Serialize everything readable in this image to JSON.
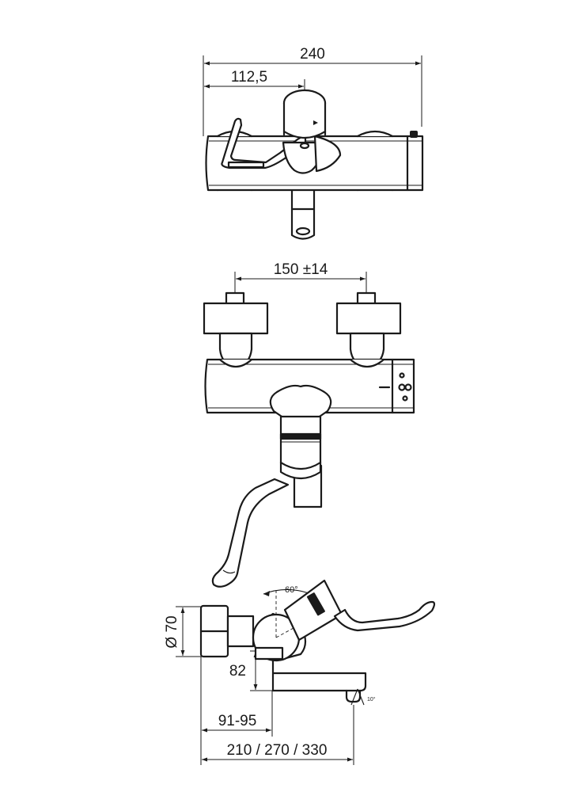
{
  "views": {
    "top": {
      "dim_overall": "240",
      "dim_handle_axis": "112,5"
    },
    "front": {
      "dim_connection_spacing": "150 ±14"
    },
    "side": {
      "dim_diameter": "Ø 70",
      "dim_lever_angle": "60°",
      "dim_height": "82",
      "dim_spout_angle": "10°",
      "dim_wall_offset": "91-95",
      "dim_spout_reach": "210 / 270 / 330"
    }
  }
}
